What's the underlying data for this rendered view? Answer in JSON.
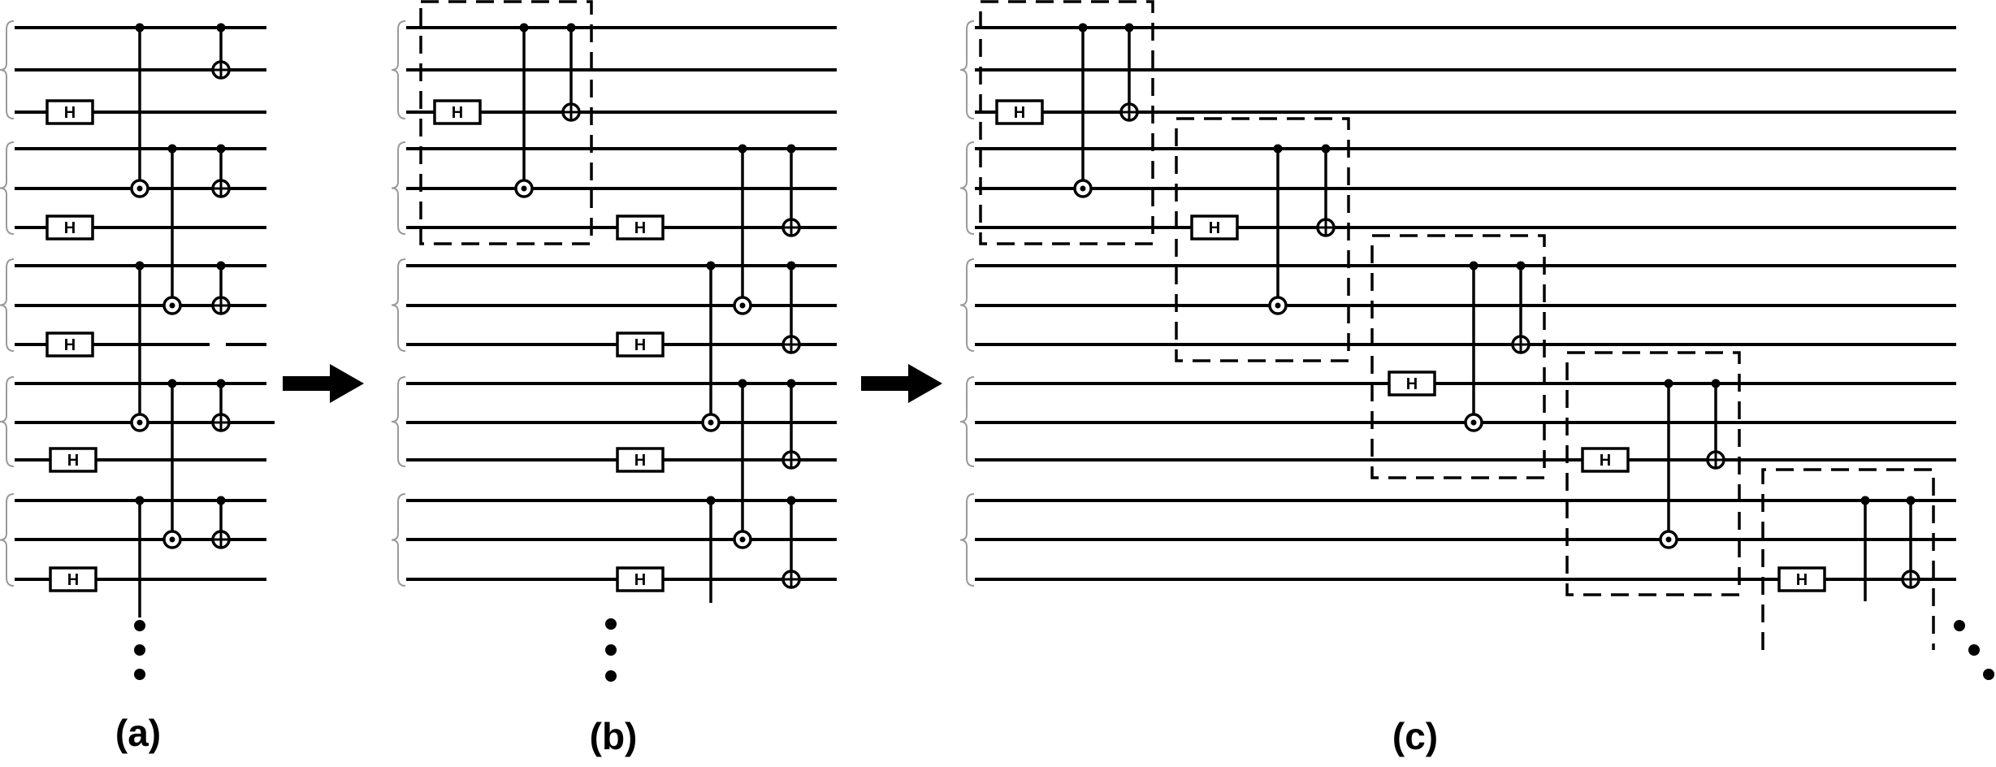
{
  "gate_label": "H",
  "colors": {
    "ink": "#000000",
    "background": "#ffffff",
    "brace": "#9a9a9a"
  },
  "panels": [
    {
      "id": "a",
      "caption": "(a)"
    },
    {
      "id": "b",
      "caption": "(b)"
    },
    {
      "id": "c",
      "caption": "(c)"
    }
  ],
  "symbols": {
    "control": "filled-dot",
    "target_cnot": "circle-plus",
    "target_dot": "circle-dot",
    "grouping": "dashed-box",
    "transition": "right-arrow",
    "continuation": "ellipsis-dots"
  }
}
